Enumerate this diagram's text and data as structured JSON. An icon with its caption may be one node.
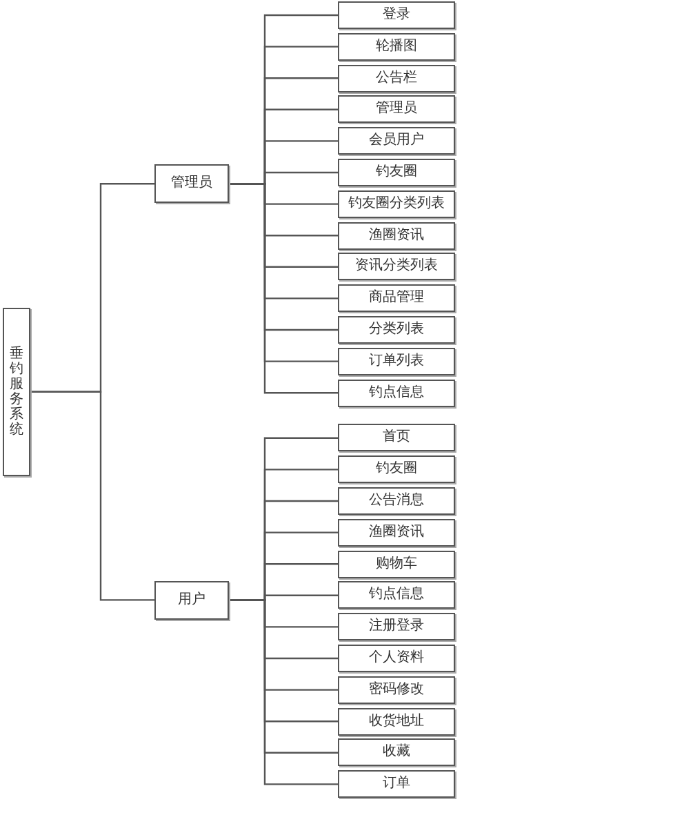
{
  "diagram": {
    "nodes": [
      {
        "text": [
          "垂钓服务系统"
        ]
      },
      {
        "text": [
          "管理员"
        ]
      },
      {
        "text": [
          "登录"
        ]
      },
      {
        "text": [
          "轮播图"
        ]
      },
      {
        "text": [
          "公告栏"
        ]
      },
      {
        "text": [
          "管理员"
        ]
      },
      {
        "text": [
          "会员用户"
        ]
      },
      {
        "text": [
          "钓友圈"
        ]
      },
      {
        "text": [
          "钓友圈分类列表"
        ]
      },
      {
        "text": [
          "渔圈资讯"
        ]
      },
      {
        "text": [
          "资讯分类列表"
        ]
      },
      {
        "text": [
          "商品管理"
        ]
      },
      {
        "text": [
          "分类列表"
        ]
      },
      {
        "text": [
          "订单列表"
        ]
      },
      {
        "text": [
          "钓点信息"
        ]
      },
      {
        "text": [
          "用户"
        ]
      },
      {
        "text": [
          "首页"
        ]
      },
      {
        "text": [
          "钓友圈"
        ]
      },
      {
        "text": [
          "公告消息"
        ]
      },
      {
        "text": [
          "渔圈资讯"
        ]
      },
      {
        "text": [
          "购物车"
        ]
      },
      {
        "text": [
          "钓点信息"
        ]
      },
      {
        "text": [
          "注册登录"
        ]
      },
      {
        "text": [
          "个人资料"
        ]
      },
      {
        "text": [
          "密码修改"
        ]
      },
      {
        "text": [
          "收货地址"
        ]
      },
      {
        "text": [
          "收藏"
        ]
      },
      {
        "text": [
          "订单"
        ]
      }
    ],
    "edges": [
      {
        "from": 0,
        "to": 1,
        "arrow": "none"
      },
      {
        "from": 0,
        "to": 15,
        "arrow": "none"
      },
      {
        "from": 1,
        "to": 2,
        "arrow": "none"
      },
      {
        "from": 1,
        "to": 3,
        "arrow": "none"
      },
      {
        "from": 1,
        "to": 4,
        "arrow": "none"
      },
      {
        "from": 1,
        "to": 5,
        "arrow": "none"
      },
      {
        "from": 1,
        "to": 6,
        "arrow": "none"
      },
      {
        "from": 1,
        "to": 7,
        "arrow": "none"
      },
      {
        "from": 1,
        "to": 8,
        "arrow": "none"
      },
      {
        "from": 1,
        "to": 9,
        "arrow": "none"
      },
      {
        "from": 1,
        "to": 10,
        "arrow": "none"
      },
      {
        "from": 1,
        "to": 11,
        "arrow": "none"
      },
      {
        "from": 1,
        "to": 12,
        "arrow": "none"
      },
      {
        "from": 1,
        "to": 13,
        "arrow": "none"
      },
      {
        "from": 1,
        "to": 14,
        "arrow": "none"
      },
      {
        "from": 15,
        "to": 16,
        "arrow": "none"
      },
      {
        "from": 15,
        "to": 17,
        "arrow": "none"
      },
      {
        "from": 15,
        "to": 18,
        "arrow": "none"
      },
      {
        "from": 15,
        "to": 19,
        "arrow": "none"
      },
      {
        "from": 15,
        "to": 20,
        "arrow": "none"
      },
      {
        "from": 15,
        "to": 21,
        "arrow": "none"
      },
      {
        "from": 15,
        "to": 22,
        "arrow": "none"
      },
      {
        "from": 15,
        "to": 23,
        "arrow": "none"
      },
      {
        "from": 15,
        "to": 24,
        "arrow": "none"
      },
      {
        "from": 15,
        "to": 25,
        "arrow": "none"
      },
      {
        "from": 15,
        "to": 26,
        "arrow": "none"
      },
      {
        "from": 15,
        "to": 27,
        "arrow": "none"
      }
    ]
  }
}
